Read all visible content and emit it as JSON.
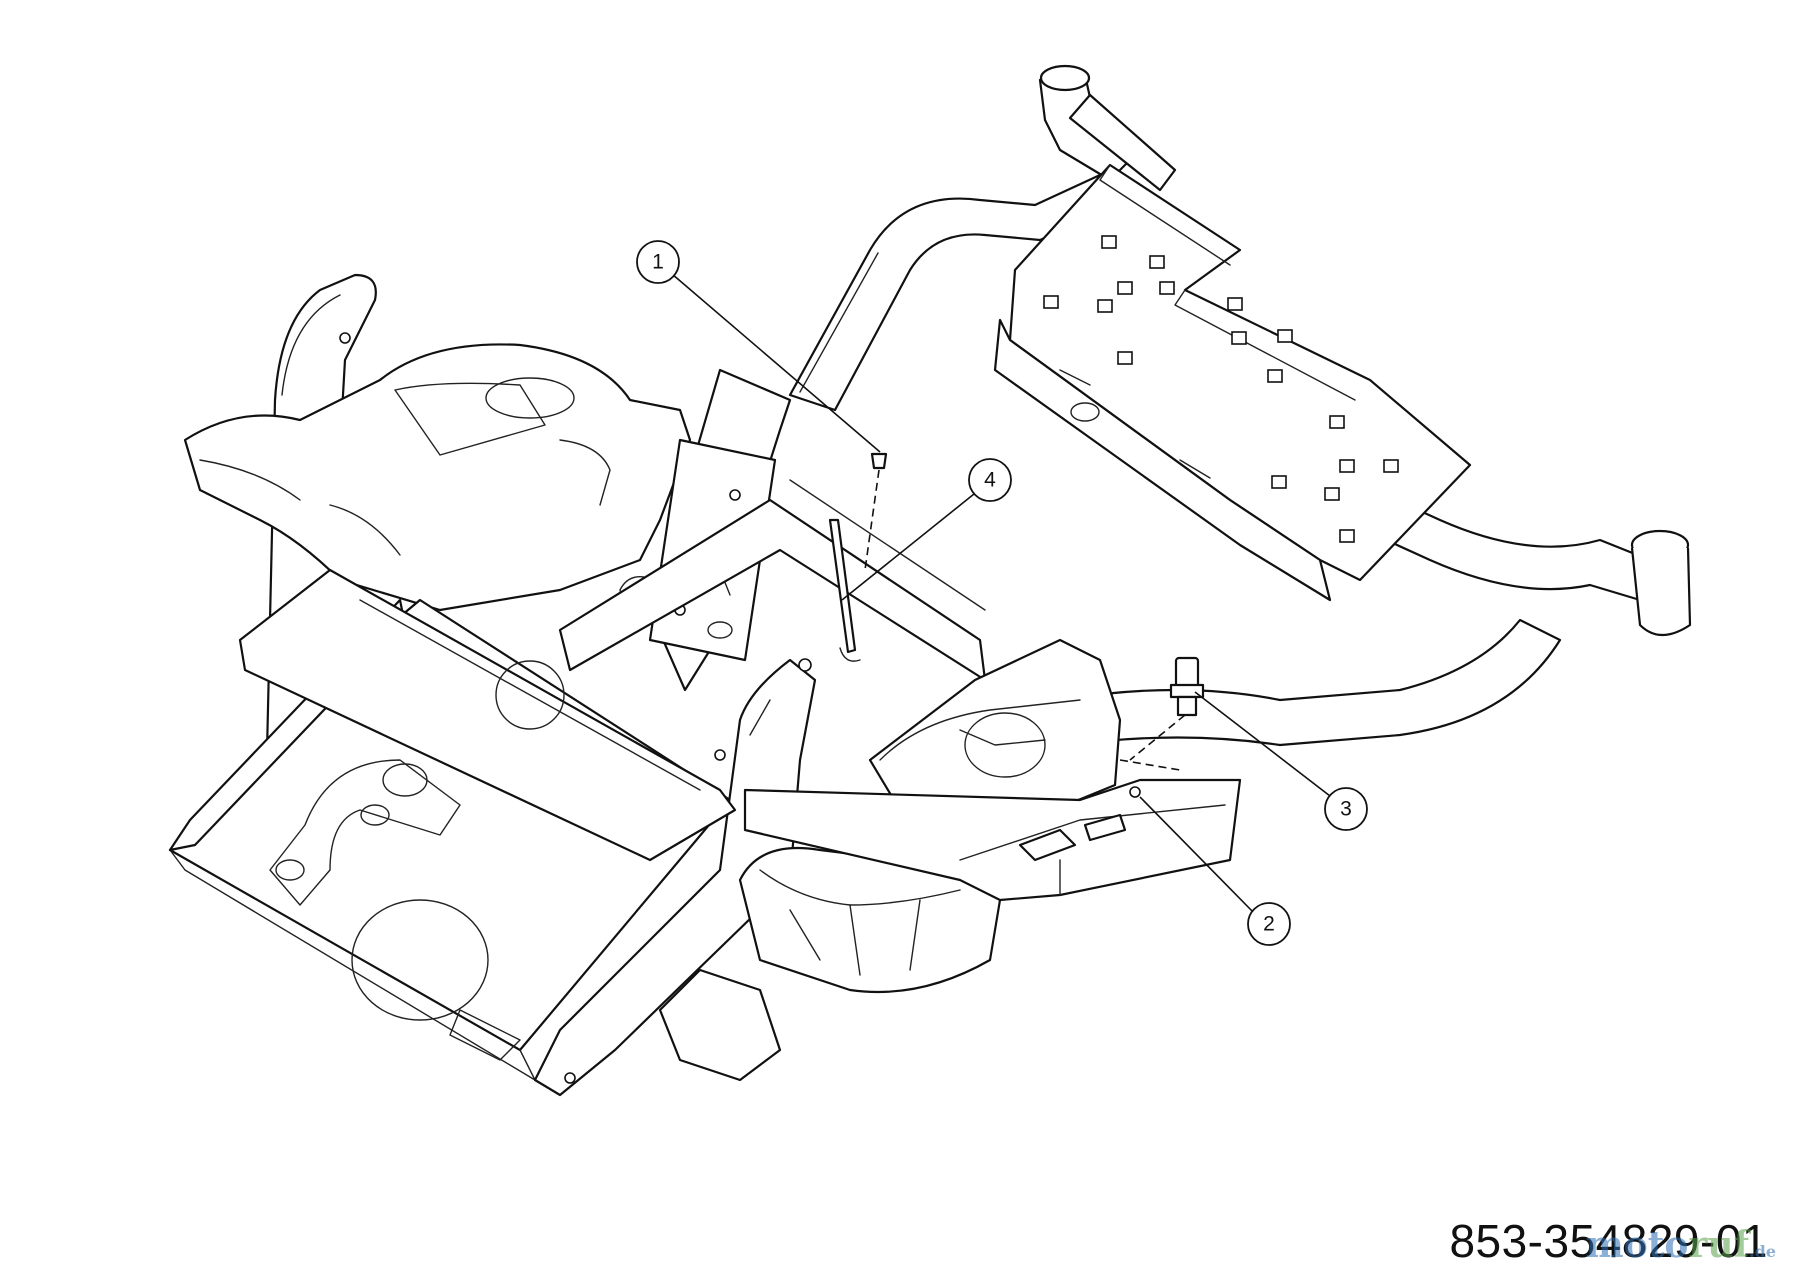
{
  "diagram": {
    "part_number": "853-354829-01",
    "watermark": {
      "part_a": "moto",
      "part_b": "ruf",
      "part_c": ".de"
    },
    "callouts": [
      {
        "id": "1",
        "label": "1"
      },
      {
        "id": "2",
        "label": "2"
      },
      {
        "id": "3",
        "label": "3"
      },
      {
        "id": "4",
        "label": "4"
      }
    ],
    "colors": {
      "line": "#111111",
      "background": "#ffffff",
      "watermark_blue": "#2f6fb5",
      "watermark_green": "#5aa14b"
    }
  }
}
